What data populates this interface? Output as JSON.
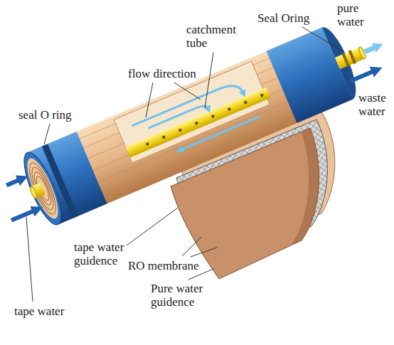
{
  "diagram": {
    "labels": [
      "pure water",
      "Seal Oring",
      "catchment tube",
      "flow direction",
      "seal O ring",
      "waste water",
      "tape water guidence",
      "RO membrane",
      "tape water",
      "Pure water guidence"
    ]
  }
}
